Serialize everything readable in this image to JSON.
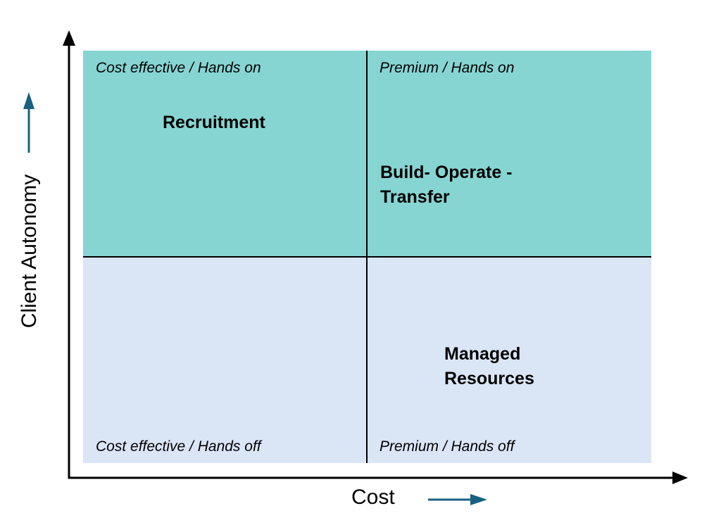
{
  "axes": {
    "y_label": "Client Autonomy",
    "x_label": "Cost",
    "arrow_color": "#1A6080"
  },
  "quadrants": {
    "top_left": {
      "corner_label": "Cost effective / Hands on",
      "item": "Recruitment",
      "color": "#86D5D3"
    },
    "top_right": {
      "corner_label": "Premium / Hands on",
      "item_line1": "Build- Operate -",
      "item_line2": "Transfer",
      "color": "#86D5D3"
    },
    "bottom_left": {
      "corner_label": "Cost effective  / Hands off",
      "color": "#DAE5F6"
    },
    "bottom_right": {
      "corner_label": "Premium / Hands off",
      "item_line1": "Managed",
      "item_line2": "Resources",
      "color": "#DAE5F6"
    }
  }
}
